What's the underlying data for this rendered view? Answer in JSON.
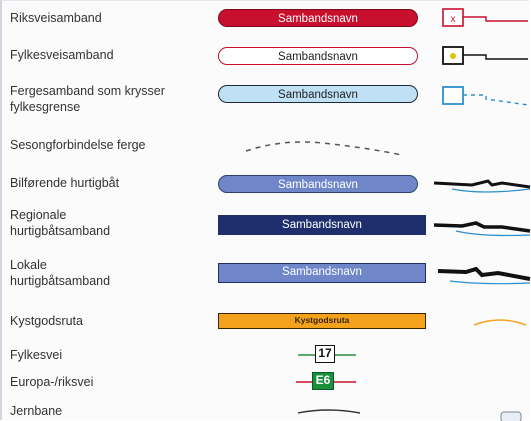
{
  "legend": {
    "rows": [
      {
        "label": "Riksveisamband",
        "sample": "Sambandsnavn"
      },
      {
        "label": "Fylkesveisamband",
        "sample": "Sambandsnavn"
      },
      {
        "label": "Fergesamband som krysser fylkesgrense",
        "sample": "Sambandsnavn"
      },
      {
        "label": "Sesongforbindelse ferge",
        "sample": ""
      },
      {
        "label": "Bilførende hurtigbåt",
        "sample": "Sambandsnavn"
      },
      {
        "label": "Regionale hurtigbåtsamband",
        "sample": "Sambandsnavn"
      },
      {
        "label": "Lokale hurtigbåtsamband",
        "sample": "Sambandsnavn"
      },
      {
        "label": "Kystgodsruta",
        "sample": "Kystgodsruta"
      },
      {
        "label": "Fylkesvei",
        "sample": "17"
      },
      {
        "label": "Europa-/riksvei",
        "sample": "E6"
      },
      {
        "label": "Jernbane",
        "sample": ""
      }
    ]
  },
  "icons": {
    "riks_ferry": "red-ferry-icon",
    "fylke_ferry": "black-ferry-icon",
    "cross_ferry": "blue-ferry-icon",
    "boat": "speedboat-icon"
  },
  "colors": {
    "riks": "#c8102e",
    "fylke_border": "#c8102e",
    "ferry_blue": "#bfe0f5",
    "bilforende": "#6f87c9",
    "regional": "#1f2f6e",
    "lokal": "#6f87c9",
    "kystgods": "#f4a21c",
    "e6_green": "#1a8f3c"
  }
}
